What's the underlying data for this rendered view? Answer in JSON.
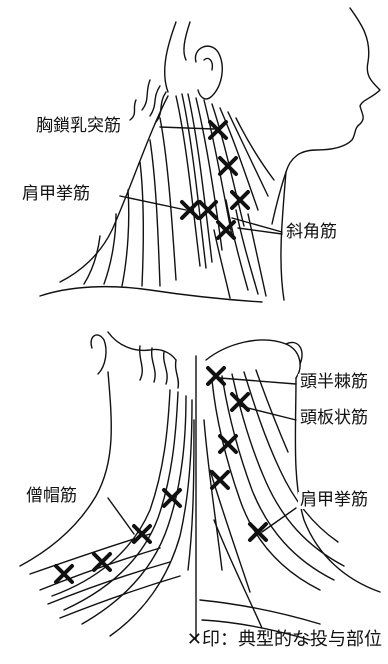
{
  "labels": {
    "sternocleidomastoid": "胸鎖乳突筋",
    "levator_scapulae_top": "肩甲挙筋",
    "scalene": "斜角筋",
    "semispinalis_capitis": "頭半棘筋",
    "splenius_capitis": "頭板状筋",
    "trapezius": "僧帽筋",
    "levator_scapulae_bottom": "肩甲挙筋"
  },
  "legend": {
    "marker": "✕",
    "text": "印：典型的な投与部位"
  }
}
